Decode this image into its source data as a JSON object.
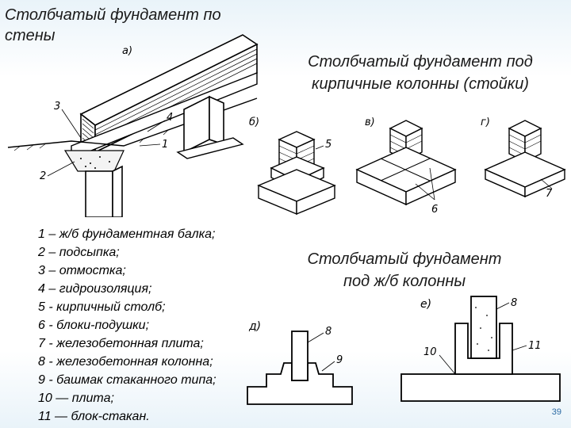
{
  "slide": {
    "title_line1": "Столбчатый фундамент по",
    "title_line2": "стены",
    "heading_brick_line1": "Столбчатый фундамент под",
    "heading_brick_line2": "кирпичные колонны (стойки)",
    "heading_rc_line1": "Столбчатый фундамент",
    "heading_rc_line2": "под  ж/б колонны",
    "page_number": "39"
  },
  "legend": [
    "1 – ж/б фундаментная балка;",
    "2 – подсыпка;",
    "3 – отмостка;",
    "4 – гидроизоляция;",
    "5 - кирпичный столб;",
    "6 - блоки-подушки;",
    "7 - железобетонная плита;",
    "8 - железобетонная колонна;",
    "9 - башмак стаканного типа;",
    "10 — плита;",
    "11 — блок-стакан."
  ],
  "figures": {
    "a": {
      "label": "а)",
      "callouts": [
        "1",
        "2",
        "3",
        "4"
      ]
    },
    "b": {
      "label": "б)",
      "callouts": [
        "5"
      ]
    },
    "v": {
      "label": "в)",
      "callouts": [
        "6"
      ]
    },
    "g": {
      "label": "г)",
      "callouts": [
        "7"
      ]
    },
    "d": {
      "label": "д)",
      "callouts": [
        "8",
        "9"
      ]
    },
    "e": {
      "label": "е)",
      "callouts": [
        "8",
        "10",
        "11"
      ]
    }
  }
}
